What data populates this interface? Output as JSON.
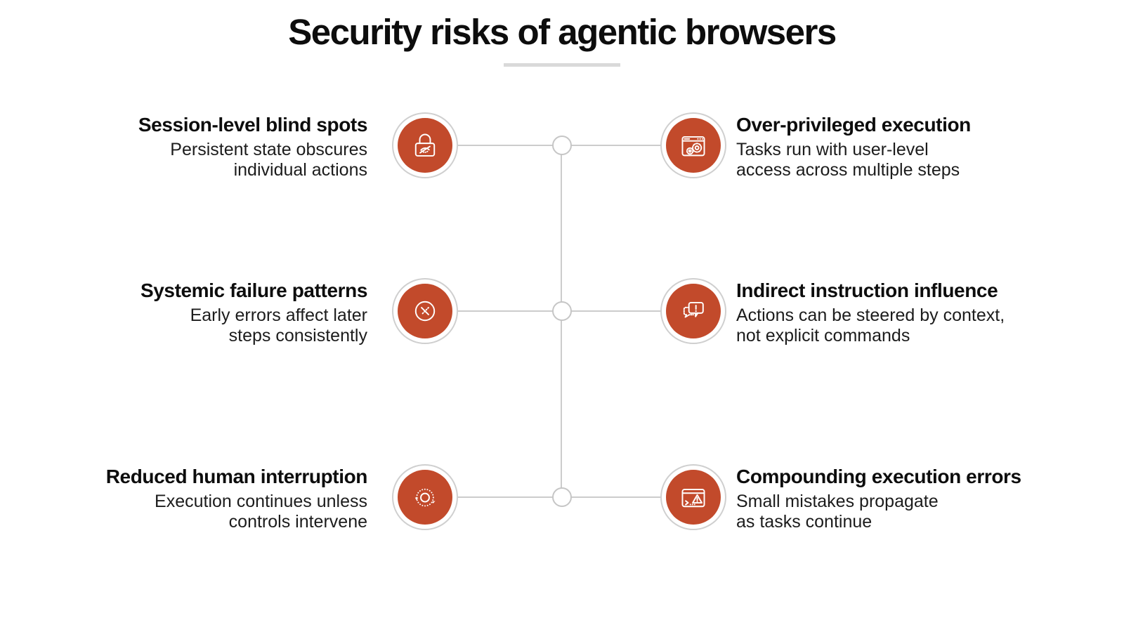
{
  "header": {
    "title": "Security risks of agentic browsers"
  },
  "theme": {
    "accent": "#C24A2B",
    "ring": "#CFCFCF",
    "line": "#CCCCCC",
    "text": "#141414"
  },
  "items": [
    {
      "key": "session-level-blind-spots",
      "icon": "lock-hidden-eye-icon",
      "title": "Session-level blind spots",
      "desc": "Persistent state obscures\nindividual actions"
    },
    {
      "key": "over-privileged-execution",
      "icon": "browser-gears-icon",
      "title": "Over-privileged execution",
      "desc": "Tasks run with user-level\naccess across multiple steps"
    },
    {
      "key": "systemic-failure-patterns",
      "icon": "circle-x-icon",
      "title": "Systemic failure patterns",
      "desc": "Early errors affect later\nsteps consistently"
    },
    {
      "key": "indirect-instruction-influence",
      "icon": "chat-warning-icon",
      "title": "Indirect instruction influence",
      "desc": "Actions can be steered by context,\nnot explicit commands"
    },
    {
      "key": "reduced-human-interruption",
      "icon": "loop-arrows-icon",
      "title": "Reduced human interruption",
      "desc": "Execution continues unless\ncontrols intervene"
    },
    {
      "key": "compounding-execution-errors",
      "icon": "terminal-warning-icon",
      "title": "Compounding execution errors",
      "desc": "Small mistakes propagate\nas tasks continue"
    }
  ]
}
